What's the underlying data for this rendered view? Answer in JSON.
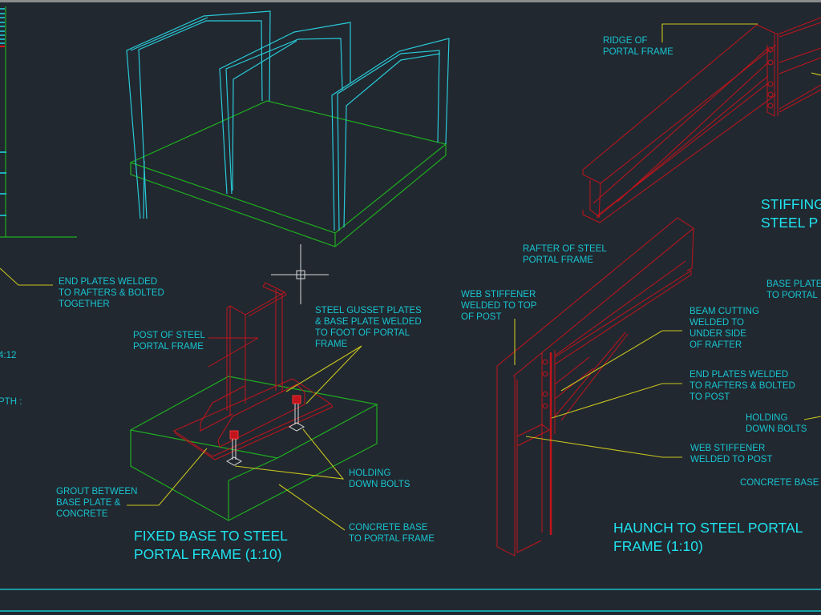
{
  "app": {
    "colors": {
      "background": "#212830",
      "text": "#19c3cf",
      "frame_3d": "#29c9d6",
      "concrete": "#1fae1f",
      "steel": "#c2141c",
      "leader": "#c9c41e",
      "cursor": "#d8d8d8"
    }
  },
  "left_panel": {
    "fragment_ratio": "4:12",
    "fragment_depth": "PTH :",
    "label_end_plates": [
      "END PLATES WELDED",
      "TO RAFTERS & BOLTED",
      "TOGETHER"
    ]
  },
  "fixed_base": {
    "title": [
      "FIXED BASE TO STEEL",
      "PORTAL FRAME (1:10)"
    ],
    "labels": {
      "post": [
        "POST OF STEEL",
        "PORTAL FRAME"
      ],
      "gusset": [
        "STEEL GUSSET PLATES",
        "& BASE PLATE WELDED",
        "TO FOOT OF PORTAL",
        "FRAME"
      ],
      "grout": [
        "GROUT BETWEEN",
        "BASE PLATE &",
        "CONCRETE"
      ],
      "bolts": [
        "HOLDING",
        "DOWN BOLTS"
      ],
      "concrete": [
        "CONCRETE BASE",
        "TO PORTAL FRAME"
      ]
    }
  },
  "haunch": {
    "title": [
      "HAUNCH TO STEEL PORTAL",
      "FRAME (1:10)"
    ],
    "labels": {
      "rafter": [
        "RAFTER OF STEEL",
        "PORTAL FRAME"
      ],
      "web_stiffener_top": [
        "WEB STIFFENER",
        "WELDED TO TOP",
        "OF POST"
      ],
      "beam_cutting": [
        "BEAM CUTTING",
        "WELDED TO",
        "UNDER SIDE",
        "OF RAFTER"
      ],
      "end_plates": [
        "END PLATES WELDED",
        "TO RAFTERS & BOLTED",
        "TO POST"
      ],
      "web_stiffener_post": [
        "WEB STIFFENER",
        "WELDED TO POST"
      ]
    }
  },
  "ridge": {
    "label": [
      "RIDGE OF",
      "PORTAL FRAME"
    ],
    "title_partial": [
      "STIFFING",
      "STEEL P"
    ]
  },
  "right_edge": {
    "base_plate": [
      "BASE PLATE",
      "TO PORTAL"
    ],
    "bolts": [
      "HOLDING",
      "DOWN BOLTS"
    ],
    "concrete": "CONCRETE BASE"
  }
}
